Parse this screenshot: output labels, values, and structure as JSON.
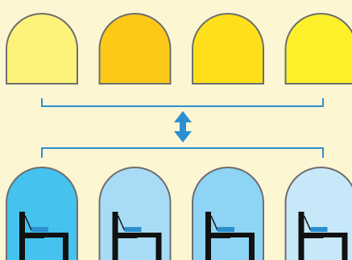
{
  "background": "#fdf6d3",
  "outline_color": "#6e6e6e",
  "bracket_color": "#2b8fd1",
  "arrow_color": "#2b8fd1",
  "furniture_color": "#111111",
  "device_color": "#2b8fd1",
  "top_row": {
    "item_count": 4,
    "fill_colors": [
      "#fdf27a",
      "#fdc918",
      "#fde01a",
      "#fdf02a"
    ]
  },
  "connector": {
    "icon": "double-headed-vertical-arrow-icon"
  },
  "bottom_row": {
    "item_count": 4,
    "fill_colors": [
      "#46c2ee",
      "#a8dcf6",
      "#8ed4f4",
      "#c6e8f8"
    ],
    "contents": "chair-and-desk-with-device"
  }
}
